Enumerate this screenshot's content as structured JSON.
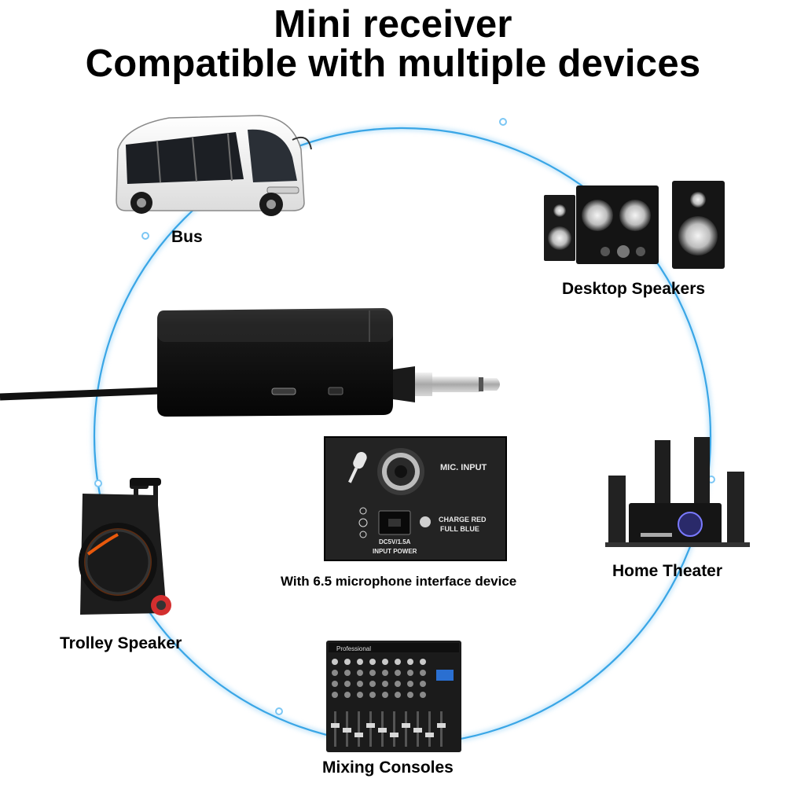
{
  "header": {
    "line1": "Mini receiver",
    "line2": "Compatible with multiple devices"
  },
  "devices": {
    "bus": "Bus",
    "desktop_speakers": "Desktop Speakers",
    "home_theater": "Home Theater",
    "mixing_consoles": "Mixing Consoles",
    "trolley_speaker": "Trolley Speaker"
  },
  "receiver_panel": {
    "mic_input_label": "MIC. INPUT",
    "charge_label_line1": "CHARGE RED",
    "charge_label_line2": "FULL  BLUE",
    "power_label_line1": "DC5V/1.5A",
    "power_label_line2": "INPUT POWER"
  },
  "caption": "With 6.5 microphone interface device",
  "mixer_brand": "Professional",
  "colors": {
    "ring": "#3aa6e6",
    "ring_glow": "#9fd6f7",
    "device_body": "#111111"
  }
}
